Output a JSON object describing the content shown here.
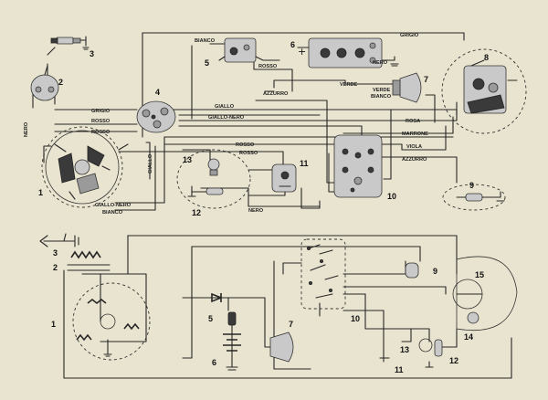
{
  "top": {
    "wire_labels": {
      "bianco_top": "BIANCO",
      "grigio_top": "GRIGIO",
      "rosso_5": "ROSSO",
      "nero_6": "NERO",
      "azzurro_a": "AZZURRO",
      "verde_a": "VERDE",
      "verde_b": "VERDE",
      "bianco_b": "BIANCO",
      "grigio_mid": "GRIGIO",
      "rosso_a": "ROSSO",
      "rosso_b": "ROSSO",
      "giallo_mid": "GIALLO",
      "giallo_nero_mid": "GIALLO-NERO",
      "rosa": "ROSA",
      "marrone": "MARRONE",
      "viola": "VIOLA",
      "azzurro_b": "AZZURRO",
      "rosso_c": "ROSSO",
      "rosso_d": "ROSSO",
      "nero_v": "NERO",
      "giallo_v": "GIALLO",
      "giallo_nero_low": "GIALLO-NERO",
      "bianco_low": "BIANCO",
      "nero_low": "NERO"
    },
    "numbers": [
      "1",
      "2",
      "3",
      "4",
      "5",
      "6",
      "7",
      "8",
      "9",
      "10",
      "11",
      "12",
      "13"
    ],
    "plus_sign": "+"
  },
  "bottom": {
    "numbers": [
      "1",
      "2",
      "3",
      "5",
      "6",
      "7",
      "9",
      "10",
      "11",
      "12",
      "13",
      "14",
      "15"
    ]
  }
}
